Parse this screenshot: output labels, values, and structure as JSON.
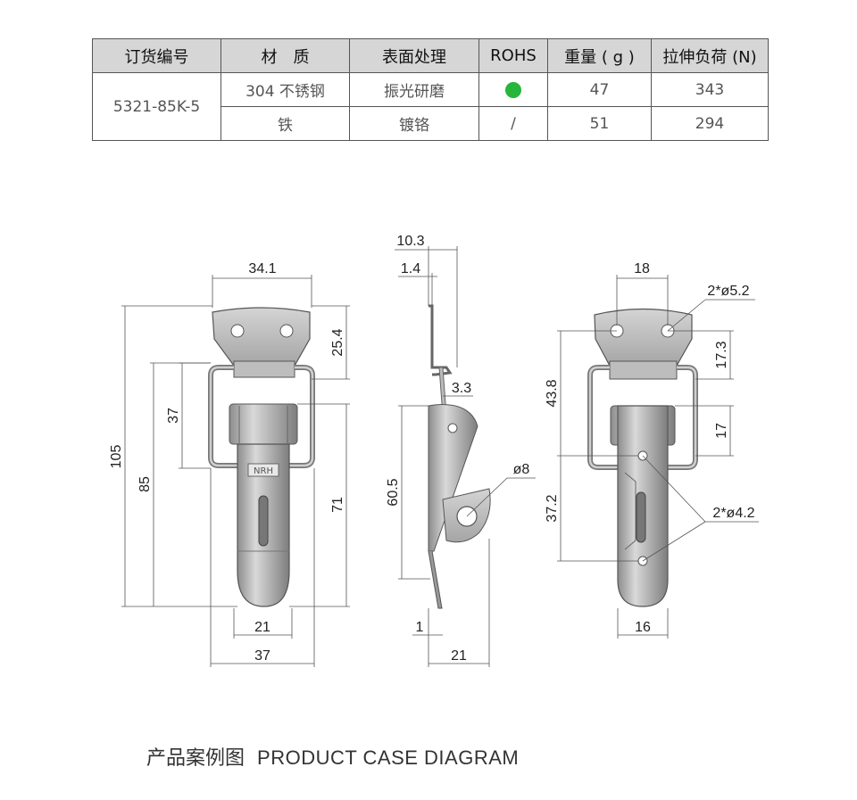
{
  "table": {
    "headers": [
      "订货编号",
      "材　质",
      "表面处理",
      "ROHS",
      "重量 ( g )",
      "拉伸负荷 (N)"
    ],
    "order_no": "5321-85K-5",
    "rows": [
      {
        "material": "304 不锈钢",
        "finish": "振光研磨",
        "rohs": "dot",
        "weight": "47",
        "load": "343"
      },
      {
        "material": "铁",
        "finish": "镀铬",
        "rohs": "/",
        "weight": "51",
        "load": "294"
      }
    ],
    "rohs_color": "#27b53b"
  },
  "dims": {
    "front_width_top": "34.1",
    "front_plate_h": "25.4",
    "front_total": "105",
    "front_85": "85",
    "front_37v": "37",
    "front_71": "71",
    "front_21": "21",
    "front_37h": "37",
    "side_10_3": "10.3",
    "side_1_4": "1.4",
    "side_3_3": "3.3",
    "side_60_5": "60.5",
    "side_phi8": "ø8",
    "side_1": "1",
    "side_21": "21",
    "back_18": "18",
    "back_holes_top": "2*ø5.2",
    "back_17_3": "17.3",
    "back_43_8": "43.8",
    "back_17": "17",
    "back_holes_bottom": "2*ø4.2",
    "back_37_2": "37.2",
    "back_16": "16",
    "brand_mark": "NRH"
  },
  "caption": {
    "cn": "产品案例图",
    "en": "PRODUCT CASE DIAGRAM"
  }
}
